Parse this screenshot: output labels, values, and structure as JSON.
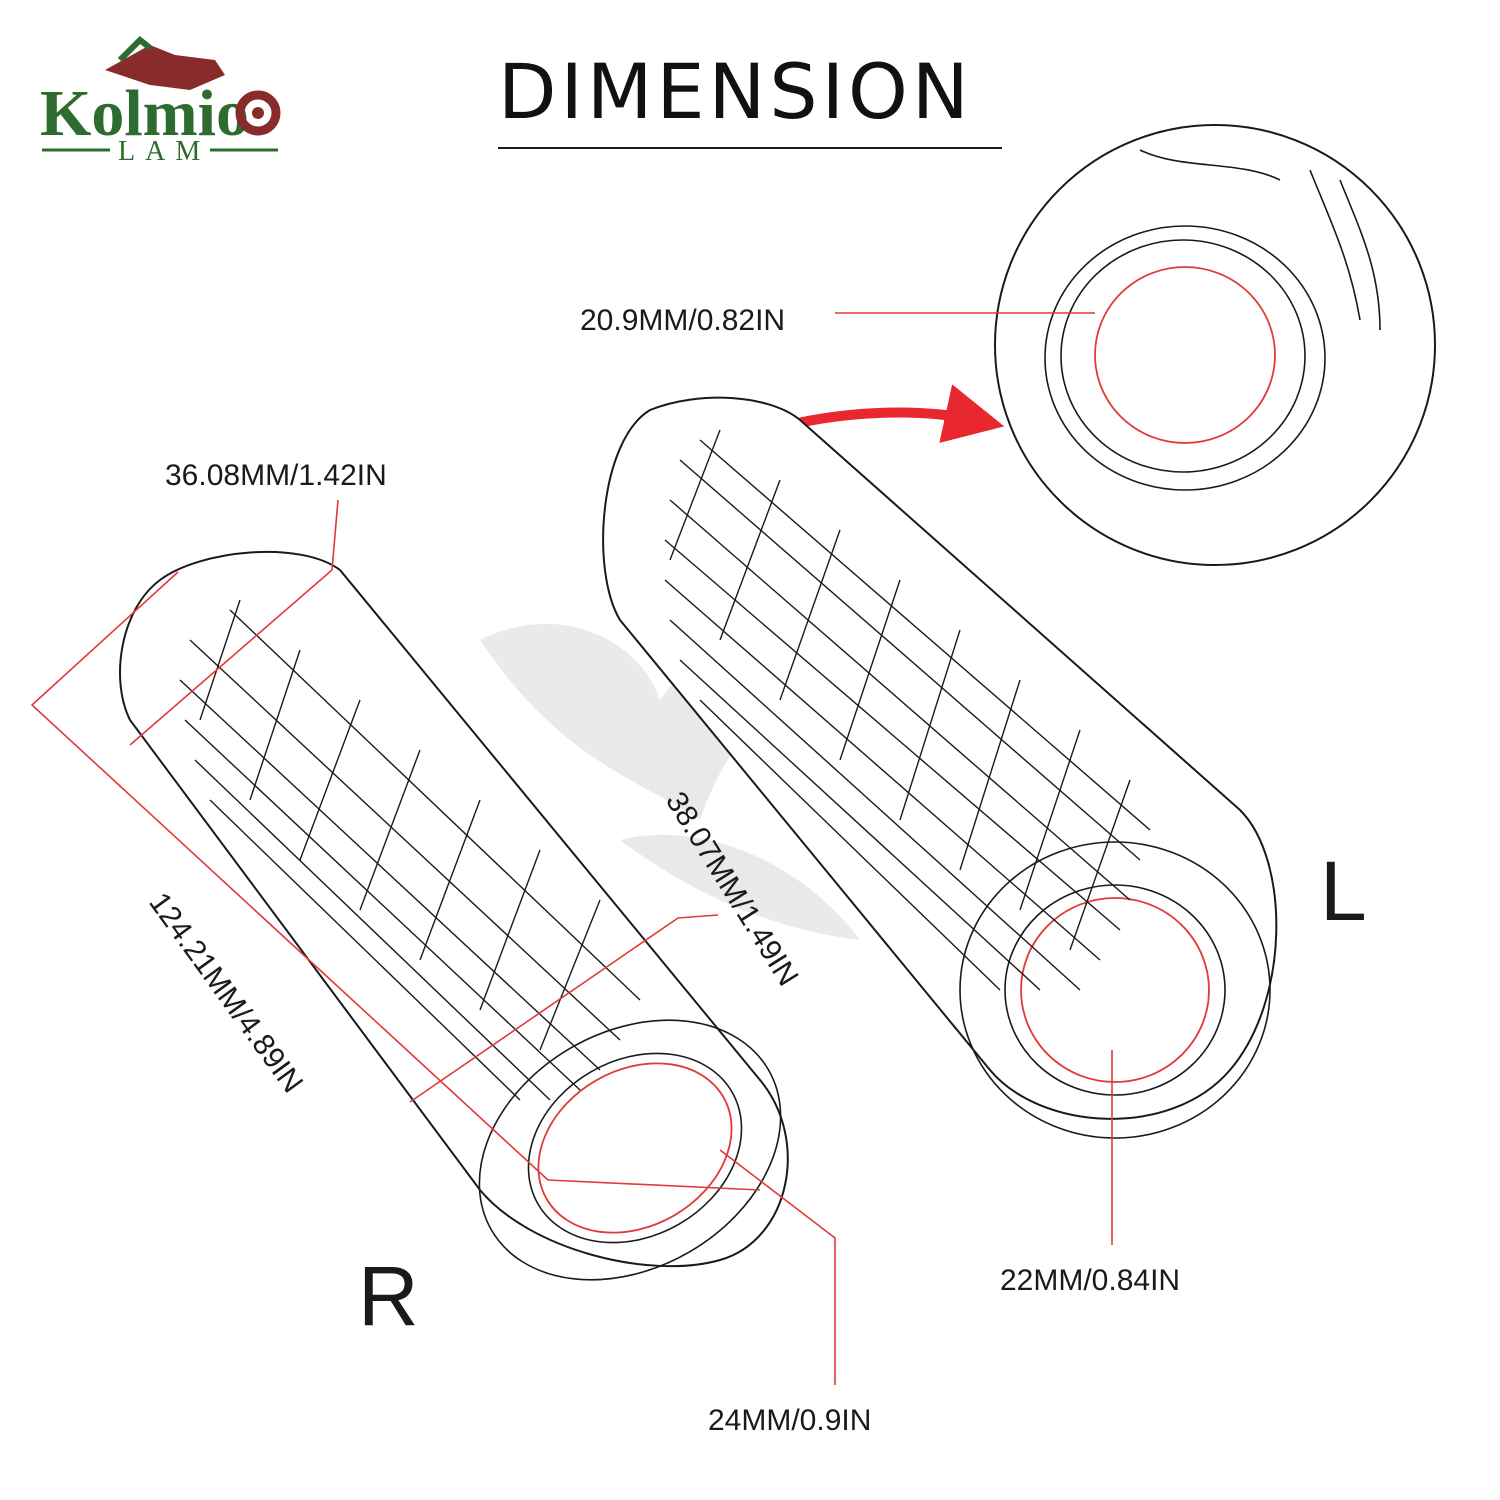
{
  "logo": {
    "brand": "Kolmio",
    "sub": "LAM",
    "green": "#2e6b2e",
    "red": "#8a2b2b"
  },
  "title": "DIMENSION",
  "labels": {
    "top_bore": "20.9MM/0.82IN",
    "outer_dia": "36.08MM/1.42IN",
    "length": "124.21MM/4.89IN",
    "end_dia": "38.07MM/1.49IN",
    "right_bore": "24MM/0.9IN",
    "left_bore": "22MM/0.84IN",
    "right_side": "R",
    "left_side": "L"
  },
  "colors": {
    "dimension_line": "#e03a3a",
    "outline": "#1a1a1a"
  }
}
